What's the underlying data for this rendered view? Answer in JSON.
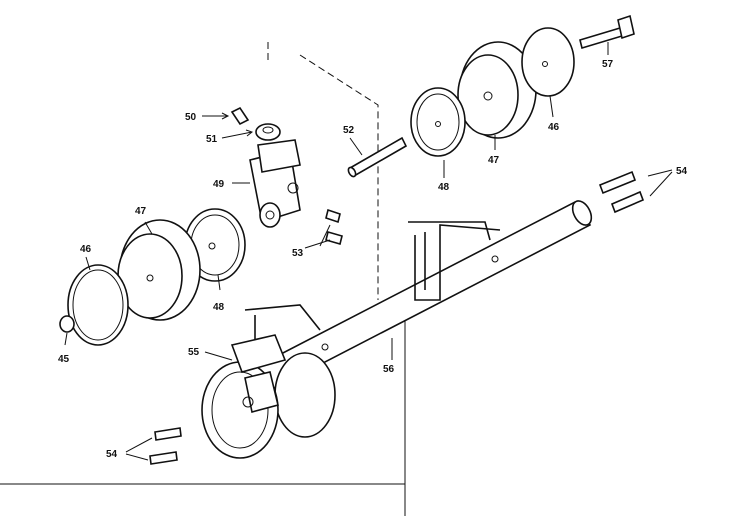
{
  "diagram": {
    "callouts": {
      "c45": "45",
      "c46a": "46",
      "c46b": "46",
      "c47a": "47",
      "c47b": "47",
      "c48a": "48",
      "c48b": "48",
      "c49": "49",
      "c50": "50",
      "c51": "51",
      "c52": "52",
      "c53": "53",
      "c54a": "54",
      "c54b": "54",
      "c55": "55",
      "c56": "56",
      "c57": "57"
    }
  }
}
